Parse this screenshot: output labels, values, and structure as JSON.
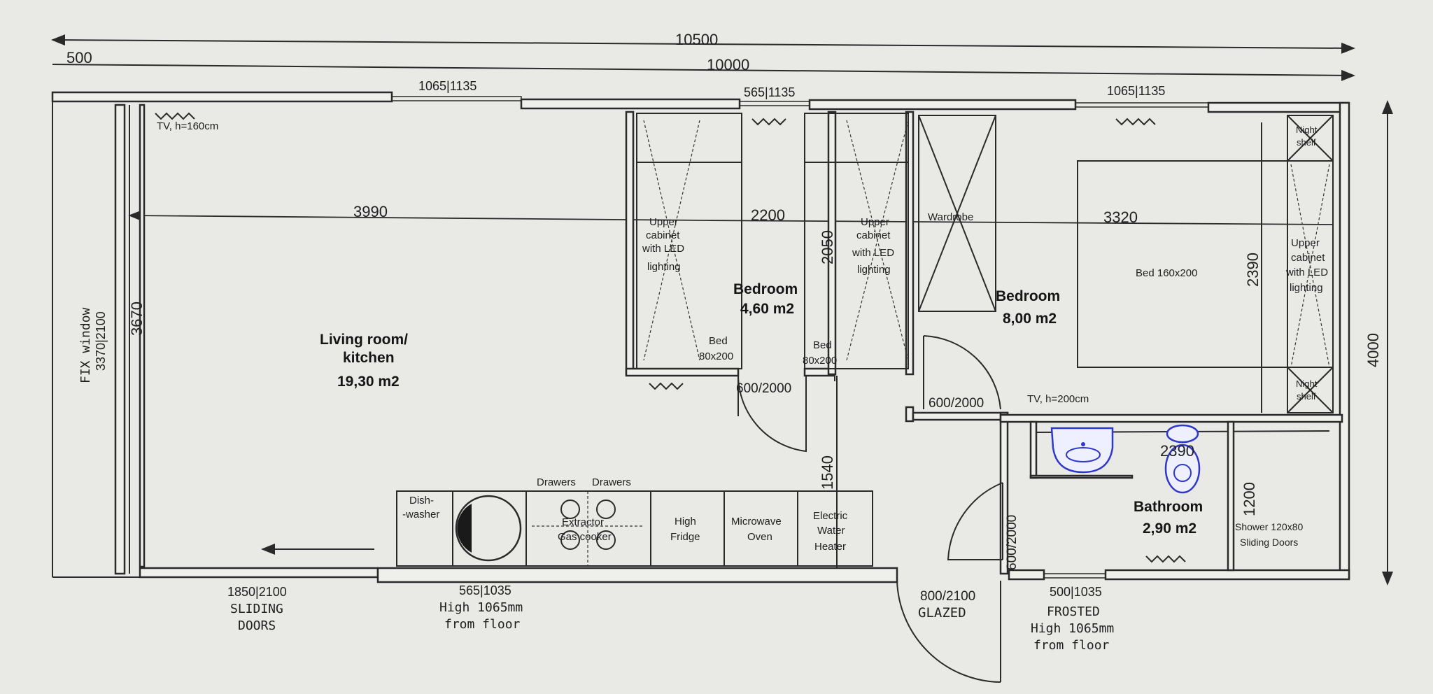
{
  "dimensions": {
    "overall_outer": "10500",
    "overall_inner": "10000",
    "offset": "500",
    "height_outer": "4000",
    "living_width": "3990",
    "living_height": "3670",
    "bedroom_small_width": "2200",
    "bedroom_small_height": "2050",
    "bedroom_large_width": "3320",
    "bedroom_large_height": "2390",
    "bathroom_width": "2390",
    "bathroom_height": "1200",
    "corridor_height": "1540"
  },
  "windows": {
    "top_living": "1065|1135",
    "top_bedroom_small": "565|1135",
    "top_bedroom_large": "1065|1135",
    "fix_window": "FIX window",
    "fix_window_size": "3370|2100",
    "sliding_size": "1850|2100",
    "sliding_label_1": "SLIDING",
    "sliding_label_2": "DOORS",
    "kitchen_window_size": "565|1035",
    "kitchen_window_note_1": "High 1065mm",
    "kitchen_window_note_2": "from floor",
    "bath_window_size": "500|1035",
    "bath_window_label": "FROSTED",
    "bath_window_note_1": "High 1065mm",
    "bath_window_note_2": "from floor"
  },
  "doors": {
    "bedroom_small_door": "600/2000",
    "bedroom_large_door": "600/2000",
    "bathroom_door": "600/2000",
    "entrance_door": "800/2100",
    "entrance_label": "GLAZED"
  },
  "rooms": {
    "living_name_1": "Living room/",
    "living_name_2": "kitchen",
    "living_area": "19,30 m2",
    "bedroom_small_name": "Bedroom",
    "bedroom_small_area": "4,60 m2",
    "bedroom_large_name": "Bedroom",
    "bedroom_large_area": "8,00 m2",
    "bathroom_name": "Bathroom",
    "bathroom_area": "2,90 m2"
  },
  "furniture": {
    "tv_living": "TV, h=160cm",
    "tv_bedroom": "TV, h=200cm",
    "cabinet_1": "Upper",
    "cabinet_2": "cabinet",
    "cabinet_3": "with LED",
    "cabinet_4": "lighting",
    "cabinet_right_3": "with LED",
    "cabinet_right_4": "lighting",
    "bed_label": "Bed",
    "bed_size": "80x200",
    "wardrobe": "Wardrobe",
    "bed_large": "Bed 160x200",
    "night_1": "Night",
    "night_2": "shelf",
    "shower_1": "Shower 120x80",
    "shower_2": "Sliding Doors",
    "dishwasher_1": "Dish-",
    "dishwasher_2": "-washer",
    "drawers_1": "Drawers",
    "drawers_2": "Drawers",
    "extractor": "Extractor",
    "gas_cooker": "Gas cooker",
    "fridge_1": "High",
    "fridge_2": "Fridge",
    "microwave_1": "Microwave",
    "microwave_2": "Oven",
    "heater_1": "Electric",
    "heater_2": "Water",
    "heater_3": "Heater"
  }
}
